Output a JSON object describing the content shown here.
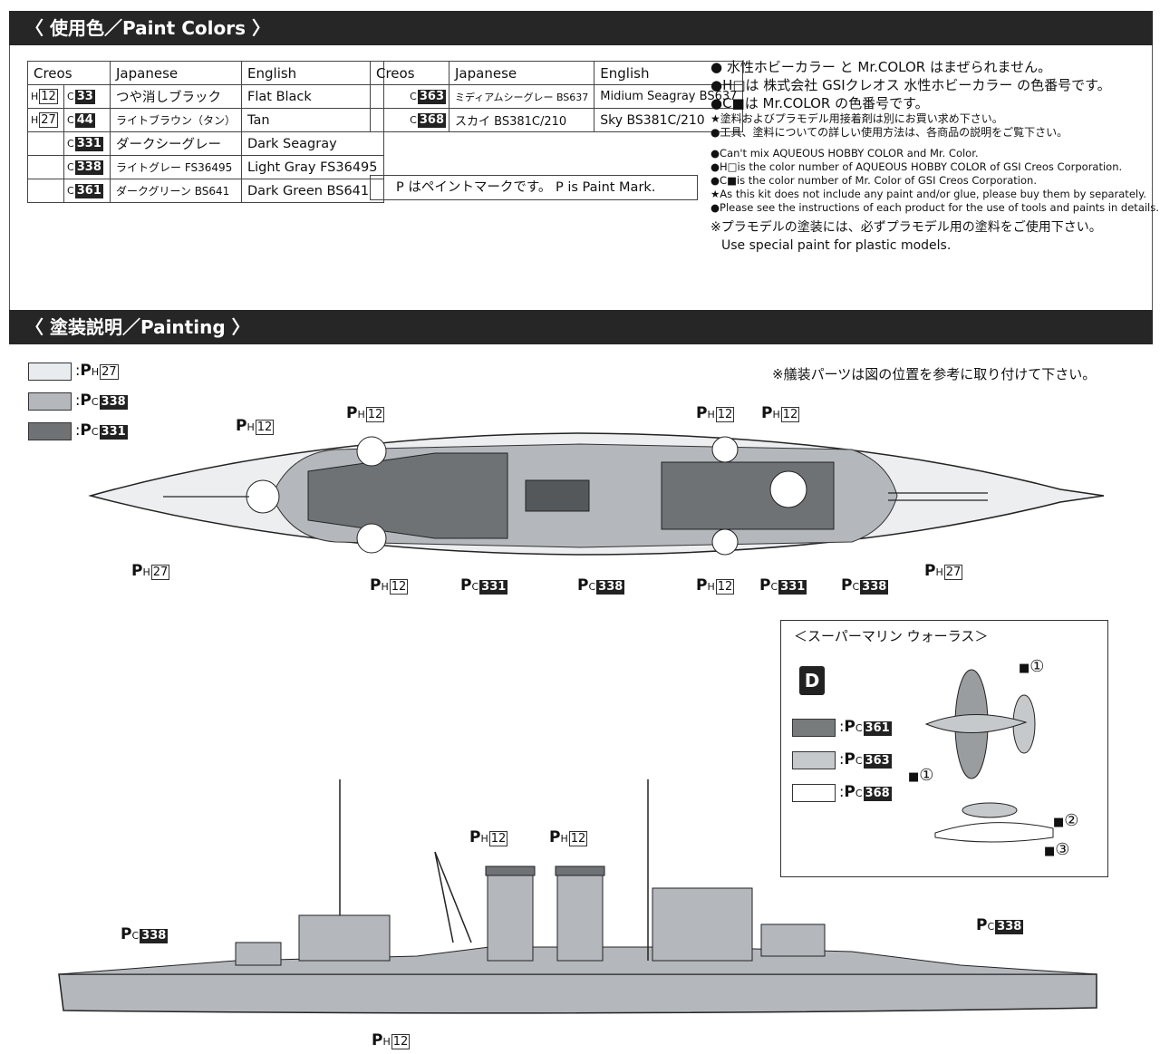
{
  "section1": {
    "title": "〈 使用色／Paint Colors 〉"
  },
  "table1": {
    "headers": [
      "Creos",
      "Japanese",
      "English"
    ],
    "rows": [
      {
        "h": "12",
        "c": "33",
        "jp": "つや消しブラック",
        "en": "Flat Black"
      },
      {
        "h": "27",
        "c": "44",
        "jp": "ライトブラウン（タン）",
        "en": "Tan"
      },
      {
        "h": "",
        "c": "331",
        "jp": "ダークシーグレー",
        "en": "Dark Seagray"
      },
      {
        "h": "",
        "c": "338",
        "jp": "ライトグレー FS36495",
        "en": "Light Gray FS36495"
      },
      {
        "h": "",
        "c": "361",
        "jp": "ダークグリーン BS641",
        "en": "Dark Green BS641"
      }
    ]
  },
  "table2": {
    "headers": [
      "Creos",
      "Japanese",
      "English"
    ],
    "rows": [
      {
        "c": "363",
        "jp": "ミディアムシーグレー BS637",
        "en": "Midium Seagray BS637"
      },
      {
        "c": "368",
        "jp": "スカイ BS381C/210",
        "en": "Sky BS381C/210"
      }
    ]
  },
  "paint_mark_note": "P はペイントマークです。 P is Paint Mark.",
  "notes_jp": [
    "● 水性ホビーカラー と Mr.COLOR はまぜられません。",
    "●H□は 株式会社 GSIクレオス 水性ホビーカラー の色番号です。",
    "●C■は Mr.COLOR の色番号です。",
    "★塗料およびプラモデル用接着剤は別にお買い求め下さい。",
    "●工具、塗料についての詳しい使用方法は、各商品の説明をご覧下さい。"
  ],
  "notes_en": [
    "●Can't mix AQUEOUS HOBBY COLOR and Mr. Color.",
    "●H□is the color number of AQUEOUS HOBBY COLOR of GSI Creos Corporation.",
    "●C■is the color number of Mr. Color of GSI Creos Corporation.",
    "★As this kit does not include any paint and/or glue, please buy them by separately.",
    "●Please see the instructions of each product for the use of tools and paints in details."
  ],
  "notes_plastic": [
    "※プラモデルの塗装には、必ずプラモデル用の塗料をご使用下さい。",
    "Use special paint for plastic models."
  ],
  "section2": {
    "title": "〈 塗装説明／Painting 〉"
  },
  "legend": [
    {
      "prefix": "H",
      "num": "27",
      "color": "#e8ecee"
    },
    {
      "prefix": "C",
      "num": "338",
      "color": "#b4b8bc"
    },
    {
      "prefix": "C",
      "num": "331",
      "color": "#6f7275"
    }
  ],
  "fitting_note": "※艤装パーツは図の位置を参考に取り付けて下さい。",
  "walrus": {
    "title": "＜スーパーマリン ウォーラス＞",
    "legend": [
      {
        "num": "361",
        "color": "#777b7c"
      },
      {
        "num": "363",
        "color": "#c6c9cb"
      },
      {
        "num": "368",
        "color": "#ffffff"
      }
    ],
    "decal_marks": [
      "①",
      "①",
      "②",
      "③"
    ]
  },
  "top_callouts": [
    {
      "p": "H",
      "num": "12"
    },
    {
      "p": "H",
      "num": "12"
    },
    {
      "p": "H",
      "num": "12"
    },
    {
      "p": "H",
      "num": "12"
    },
    {
      "p": "H",
      "num": "27"
    },
    {
      "p": "H",
      "num": "12"
    },
    {
      "p": "C",
      "num": "331"
    },
    {
      "p": "C",
      "num": "338"
    },
    {
      "p": "H",
      "num": "12"
    },
    {
      "p": "C",
      "num": "331"
    },
    {
      "p": "C",
      "num": "338"
    },
    {
      "p": "H",
      "num": "27"
    }
  ],
  "side_callouts": [
    {
      "p": "C",
      "num": "338"
    },
    {
      "p": "H",
      "num": "12"
    },
    {
      "p": "H",
      "num": "12"
    },
    {
      "p": "C",
      "num": "338"
    },
    {
      "p": "H",
      "num": "12"
    }
  ]
}
